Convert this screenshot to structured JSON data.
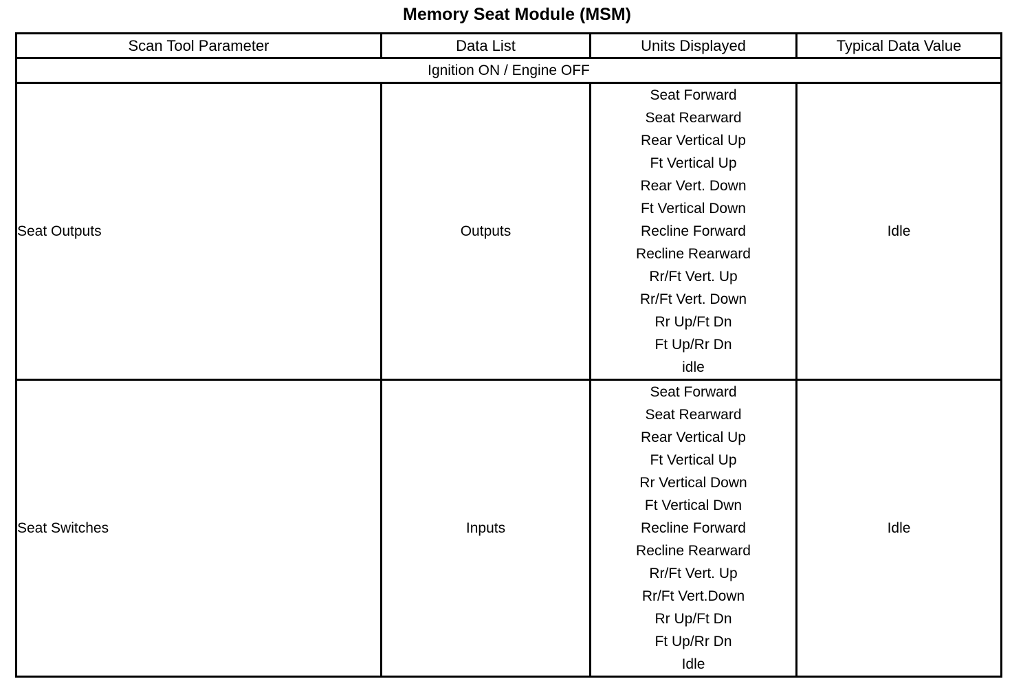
{
  "document": {
    "title": "Memory Seat Module (MSM)"
  },
  "table": {
    "headers": [
      "Scan Tool Parameter",
      "Data List",
      "Units Displayed",
      "Typical Data Value"
    ],
    "section_heading": "Ignition ON / Engine OFF",
    "rows": [
      {
        "parameter": "Seat Outputs",
        "data_list": "Outputs",
        "units_displayed": [
          "Seat Forward",
          "Seat Rearward",
          "Rear Vertical Up",
          "Ft Vertical Up",
          "Rear Vert. Down",
          "Ft Vertical Down",
          "Recline Forward",
          "Recline Rearward",
          "Rr/Ft Vert. Up",
          "Rr/Ft Vert. Down",
          "Rr Up/Ft Dn",
          "Ft Up/Rr Dn",
          "idle"
        ],
        "typical_data_value": "Idle"
      },
      {
        "parameter": "Seat Switches",
        "data_list": "Inputs",
        "units_displayed": [
          "Seat Forward",
          "Seat Rearward",
          "Rear Vertical Up",
          "Ft Vertical Up",
          "Rr Vertical Down",
          "Ft Vertical Dwn",
          "Recline Forward",
          "Recline Rearward",
          "Rr/Ft Vert. Up",
          "Rr/Ft Vert.Down",
          "Rr Up/Ft Dn",
          "Ft Up/Rr Dn",
          "Idle"
        ],
        "typical_data_value": "Idle"
      }
    ]
  }
}
